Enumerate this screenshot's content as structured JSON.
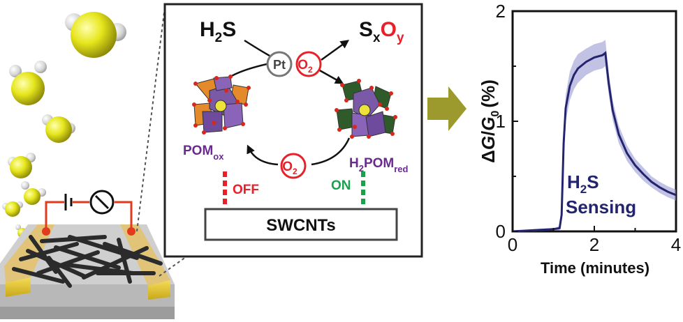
{
  "scheme": {
    "reactant": {
      "base": "H",
      "sub": "2",
      "tail": "S"
    },
    "product": {
      "s": "S",
      "s_sub": "x",
      "o": "O",
      "o_sub": "y"
    },
    "pt_label": "Pt",
    "o2_top": {
      "base": "O",
      "sub": "2"
    },
    "o2_bottom": {
      "base": "O",
      "sub": "2"
    },
    "pom_ox": {
      "base": "POM",
      "sub": "ox"
    },
    "pom_red": {
      "pre": "H",
      "pre_sub": "2",
      "base": "POM",
      "sub": "red"
    },
    "off_label": "OFF",
    "on_label": "ON",
    "swcnt_label": "SWCNTs"
  },
  "colors": {
    "red": "#e8202a",
    "green": "#1aa24a",
    "purple": "#6a2a8f",
    "navy": "#24246e",
    "arrow_olive": "#9c9a2c",
    "gold": "#e7c94a",
    "yellow_sphere": "#e6e61c"
  },
  "chart_data": {
    "type": "line",
    "xlabel": "Time (minutes)",
    "ylabel": "ΔG/G0 (%)",
    "ylabel_parts": {
      "delta": "Δ",
      "g": "G",
      "slash": "/",
      "g0": "G",
      "g0_sub": "0",
      "unit": "(%)"
    },
    "xlim": [
      0,
      4
    ],
    "ylim": [
      0,
      2
    ],
    "xticks": [
      "0",
      "2",
      "4"
    ],
    "yticks": [
      "0",
      "1",
      "2"
    ],
    "annotation": {
      "line1_base": "H",
      "line1_sub": "2",
      "line1_tail": "S",
      "line2": "Sensing"
    },
    "series": [
      {
        "x": [
          0,
          0.5,
          1.0,
          1.15,
          1.2,
          1.25,
          1.3,
          1.4,
          1.5,
          1.6,
          1.8,
          2.0,
          2.2,
          2.27,
          2.35,
          2.45,
          2.6,
          2.8,
          3.0,
          3.2,
          3.4,
          3.6,
          3.8,
          4.0
        ],
        "y": [
          0.0,
          0.01,
          0.02,
          0.03,
          0.15,
          0.8,
          1.12,
          1.32,
          1.42,
          1.48,
          1.54,
          1.58,
          1.6,
          1.62,
          1.35,
          1.1,
          0.88,
          0.71,
          0.6,
          0.52,
          0.45,
          0.4,
          0.36,
          0.33
        ],
        "band": [
          0.0,
          0.01,
          0.01,
          0.02,
          0.05,
          0.1,
          0.12,
          0.13,
          0.13,
          0.13,
          0.12,
          0.12,
          0.12,
          0.12,
          0.1,
          0.09,
          0.08,
          0.07,
          0.06,
          0.06,
          0.05,
          0.05,
          0.05,
          0.05
        ]
      }
    ]
  }
}
